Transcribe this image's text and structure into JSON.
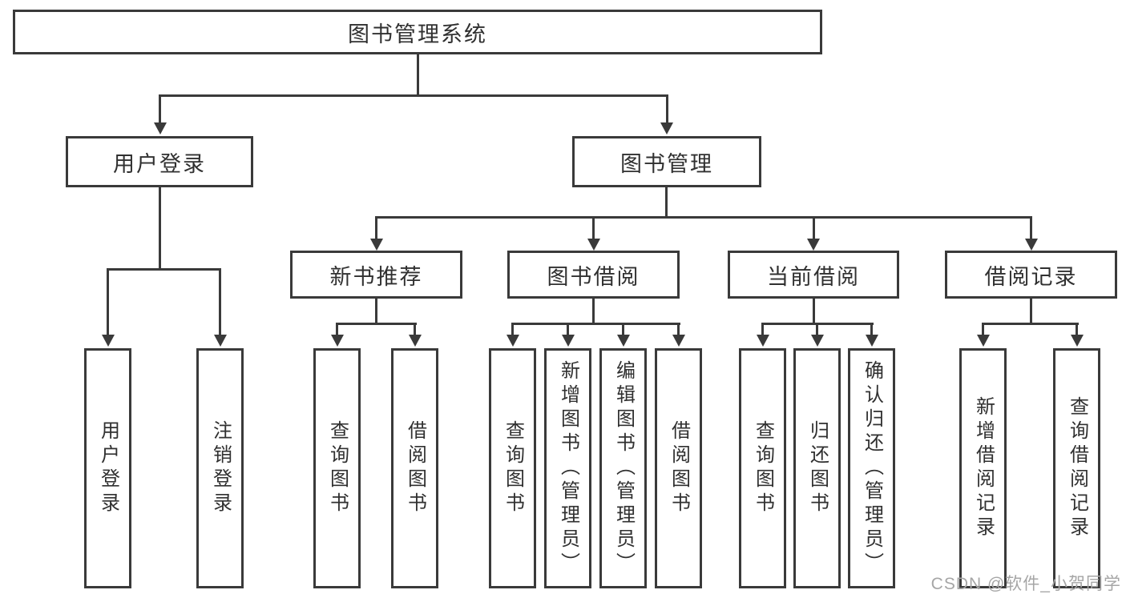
{
  "colors": {
    "line": "#3a3a3a",
    "text": "#303030",
    "box_background": "#ffffff",
    "page_background": "#ffffff",
    "watermark": "#a6a6a6"
  },
  "diagram": {
    "root": {
      "label": "图书管理系统"
    },
    "level2": [
      {
        "label": "用户登录"
      },
      {
        "label": "图书管理"
      }
    ],
    "level3": [
      {
        "label": "新书推荐"
      },
      {
        "label": "图书借阅"
      },
      {
        "label": "当前借阅"
      },
      {
        "label": "借阅记录"
      }
    ],
    "leaves": {
      "user_login": [
        "用户登录",
        "注销登录"
      ],
      "new_book_recommend": [
        "查询图书",
        "借阅图书"
      ],
      "book_borrow": [
        "查询图书",
        "新增图书（管理员）",
        "编辑图书（管理员）",
        "借阅图书"
      ],
      "current_borrow": [
        "查询图书",
        "归还图书",
        "确认归还（管理员）"
      ],
      "borrow_record": [
        "新增借阅记录",
        "查询借阅记录"
      ]
    }
  },
  "watermark": {
    "text": "CSDN @软件_小贺同学"
  }
}
